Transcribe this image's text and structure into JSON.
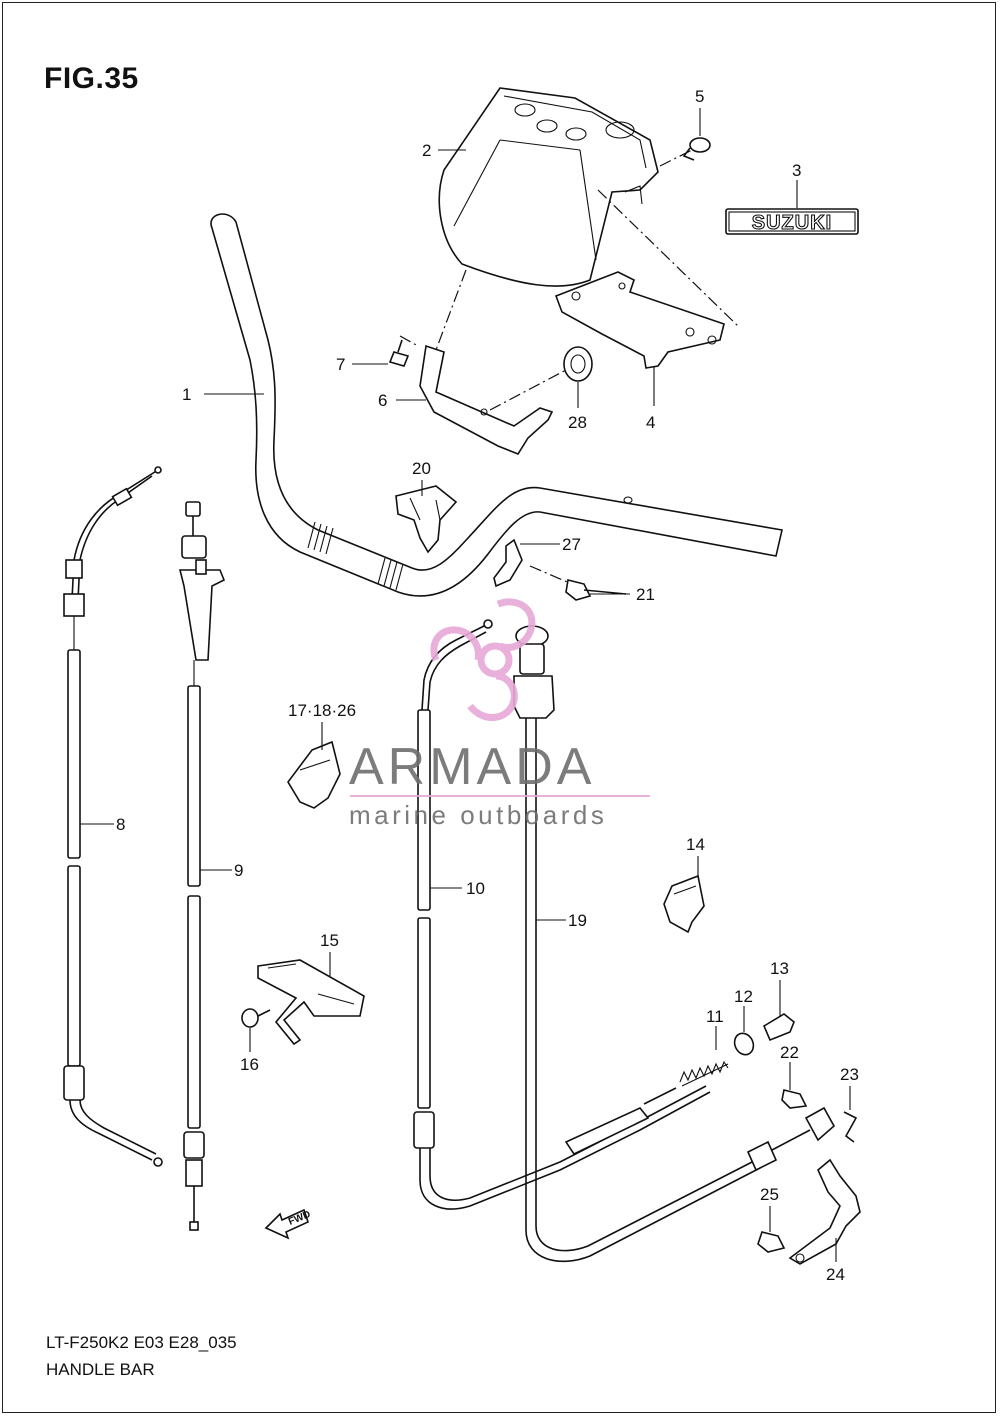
{
  "figure": {
    "title": "FIG.35",
    "model_code": "LT-F250K2 E03 E28_035",
    "section_name": "HANDLE BAR"
  },
  "emblem_text": "SUZUKI",
  "watermark": {
    "brand": "ARMADA",
    "tagline": "marine outboards",
    "logo_color": "#e6a8d6"
  },
  "callouts": {
    "c1": "1",
    "c2": "2",
    "c3": "3",
    "c4": "4",
    "c5": "5",
    "c6": "6",
    "c7": "7",
    "c8": "8",
    "c9": "9",
    "c10": "10",
    "c11": "11",
    "c12": "12",
    "c13": "13",
    "c14": "14",
    "c15": "15",
    "c16": "16",
    "c17_18_26": "17·18·26",
    "c19": "19",
    "c20": "20",
    "c21": "21",
    "c22": "22",
    "c23": "23",
    "c24": "24",
    "c25": "25",
    "c27": "27",
    "c28": "28"
  },
  "icons": {
    "direction_arrow": "fwd-arrow-icon",
    "direction_text": "FWD"
  }
}
